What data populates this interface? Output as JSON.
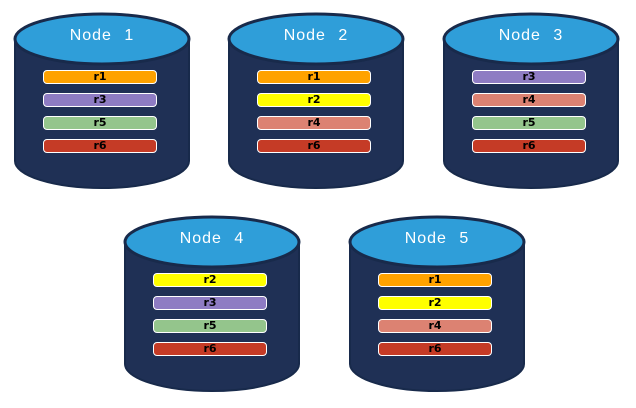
{
  "colors": {
    "background": "#FFFFFF",
    "cylinder_body": "#1F3055",
    "cylinder_outline": "#182A4B",
    "cylinder_top": "#2F9ED9",
    "title_text": "#FFFFFF",
    "bar_text": "#000000",
    "bar_border": "#FFFFFF"
  },
  "replica_colors": {
    "r1": "#FFA200",
    "r2": "#FFFF00",
    "r3": "#8E7CC3",
    "r4": "#DC8272",
    "r5": "#94C58C",
    "r6": "#C53B26"
  },
  "nodes": [
    {
      "title": "Node 1",
      "bars": [
        {
          "label": "r1",
          "color": "#FFA200"
        },
        {
          "label": "r3",
          "color": "#8E7CC3"
        },
        {
          "label": "r5",
          "color": "#94C58C"
        },
        {
          "label": "r6",
          "color": "#C53B26"
        }
      ]
    },
    {
      "title": "Node 2",
      "bars": [
        {
          "label": "r1",
          "color": "#FFA200"
        },
        {
          "label": "r2",
          "color": "#FFFF00"
        },
        {
          "label": "r4",
          "color": "#DC8272"
        },
        {
          "label": "r6",
          "color": "#C53B26"
        }
      ]
    },
    {
      "title": "Node 3",
      "bars": [
        {
          "label": "r3",
          "color": "#8E7CC3"
        },
        {
          "label": "r4",
          "color": "#DC8272"
        },
        {
          "label": "r5",
          "color": "#94C58C"
        },
        {
          "label": "r6",
          "color": "#C53B26"
        }
      ]
    },
    {
      "title": "Node 4",
      "bars": [
        {
          "label": "r2",
          "color": "#FFFF00"
        },
        {
          "label": "r3",
          "color": "#8E7CC3"
        },
        {
          "label": "r5",
          "color": "#94C58C"
        },
        {
          "label": "r6",
          "color": "#C53B26"
        }
      ]
    },
    {
      "title": "Node 5",
      "bars": [
        {
          "label": "r1",
          "color": "#FFA200"
        },
        {
          "label": "r2",
          "color": "#FFFF00"
        },
        {
          "label": "r4",
          "color": "#DC8272"
        },
        {
          "label": "r6",
          "color": "#C53B26"
        }
      ]
    }
  ]
}
